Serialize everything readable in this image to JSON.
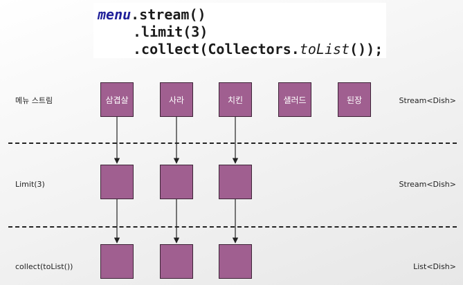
{
  "code": {
    "line1": {
      "receiver": "menu",
      "call": ".stream()"
    },
    "line2": ".limit(3)",
    "line3": {
      "before": ".collect(Collectors.",
      "italic": "toList",
      "after": "());"
    }
  },
  "rows": [
    {
      "label": "메뉴 스트림",
      "type_label": "Stream<Dish>",
      "items": [
        "삼겹살",
        "사라",
        "치킨",
        "샐러드",
        "된장"
      ]
    },
    {
      "label": "Limit(3)",
      "type_label": "Stream<Dish>",
      "items": [
        "",
        "",
        ""
      ]
    },
    {
      "label": "collect(toList())",
      "type_label": "List<Dish>",
      "items": [
        "",
        "",
        ""
      ]
    }
  ],
  "colors": {
    "box_fill": "#a05f90",
    "box_border": "#3c2436"
  }
}
